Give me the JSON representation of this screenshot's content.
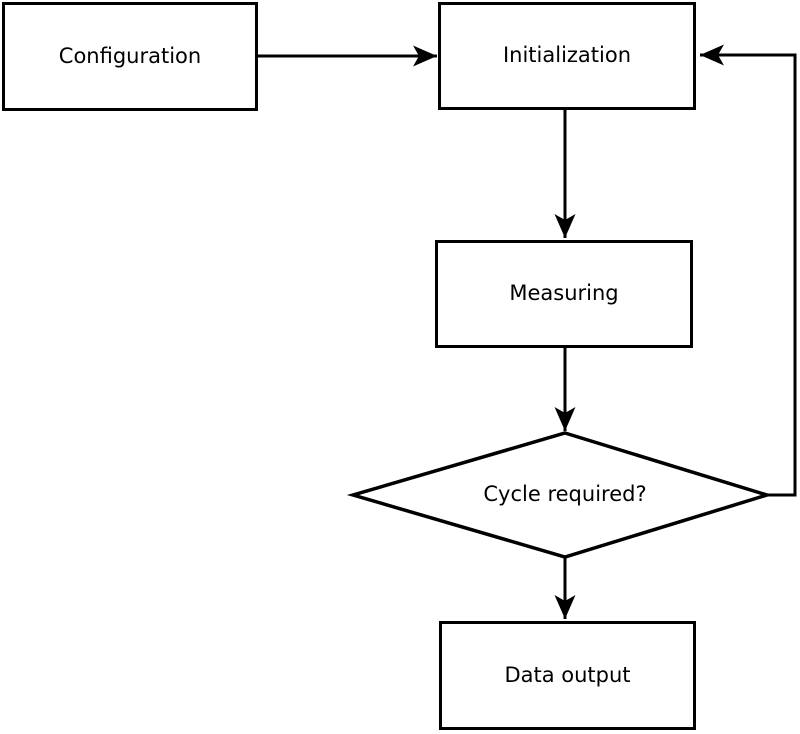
{
  "flowchart": {
    "nodes": {
      "configuration": {
        "label": "Configuration",
        "shape": "rect"
      },
      "initialization": {
        "label": "Initialization",
        "shape": "rect"
      },
      "measuring": {
        "label": "Measuring",
        "shape": "rect"
      },
      "decision": {
        "label": "Cycle required?",
        "shape": "diamond"
      },
      "data_output": {
        "label": "Data output",
        "shape": "rect"
      }
    },
    "edges": [
      {
        "from": "configuration",
        "to": "initialization",
        "style": "arrow"
      },
      {
        "from": "initialization",
        "to": "measuring",
        "style": "arrow"
      },
      {
        "from": "measuring",
        "to": "decision",
        "style": "arrow"
      },
      {
        "from": "decision",
        "to": "data_output",
        "style": "arrow"
      },
      {
        "from": "decision",
        "to": "initialization",
        "style": "loop-arrow"
      }
    ],
    "colors": {
      "stroke": "#000000",
      "fill": "#ffffff",
      "text": "#000000",
      "background": "#ffffff"
    }
  }
}
